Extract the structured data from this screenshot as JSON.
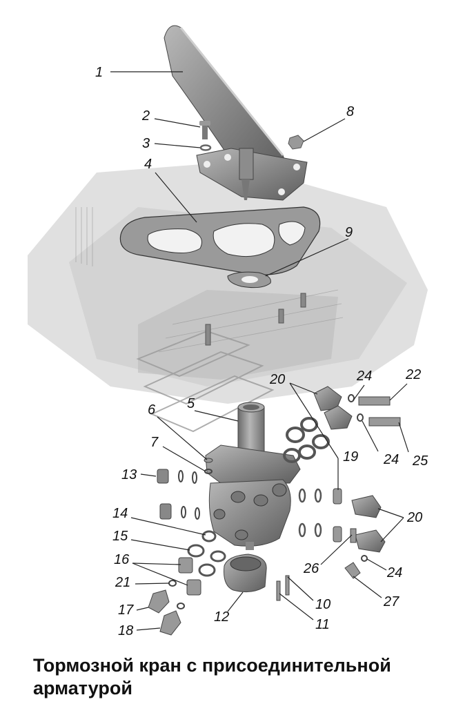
{
  "caption": {
    "line1": "Тормозной кран с присоединительной",
    "line2": "арматурой"
  },
  "callouts": [
    "1",
    "2",
    "3",
    "4",
    "5",
    "6",
    "7",
    "8",
    "9",
    "10",
    "11",
    "12",
    "13",
    "14",
    "15",
    "16",
    "17",
    "18",
    "19",
    "20",
    "20",
    "21",
    "22",
    "24",
    "24",
    "24",
    "25",
    "26",
    "27"
  ],
  "colors": {
    "part_fill": "#8a8a8a",
    "part_dark": "#5a5a5a",
    "part_light": "#c4c4c4",
    "background_texture": "#cfcfcf",
    "text": "#111111"
  }
}
